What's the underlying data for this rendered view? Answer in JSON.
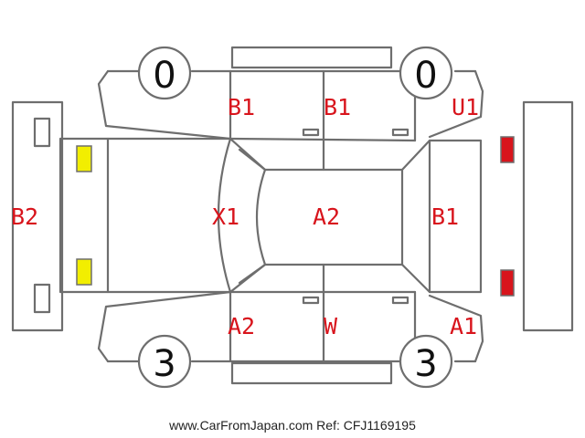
{
  "wheels": {
    "front_left": "0",
    "front_right": "0",
    "rear_left": "3",
    "rear_right": "3"
  },
  "damage_codes": {
    "top_door_front": "B1",
    "top_door_rear": "B1",
    "top_quarter": "U1",
    "rear_bumper": "B2",
    "hood": "X1",
    "roof": "A2",
    "tailgate": "B1",
    "bottom_door_front": "A2",
    "bottom_door_rear": "W",
    "bottom_quarter": "A1"
  },
  "colors": {
    "outline": "#6e6e6e",
    "code_text": "#d8141c",
    "headlamp": "#f2ee00",
    "tail_lamp": "#d8141c"
  },
  "footer": "www.CarFromJapan.com Ref: CFJ1169195"
}
